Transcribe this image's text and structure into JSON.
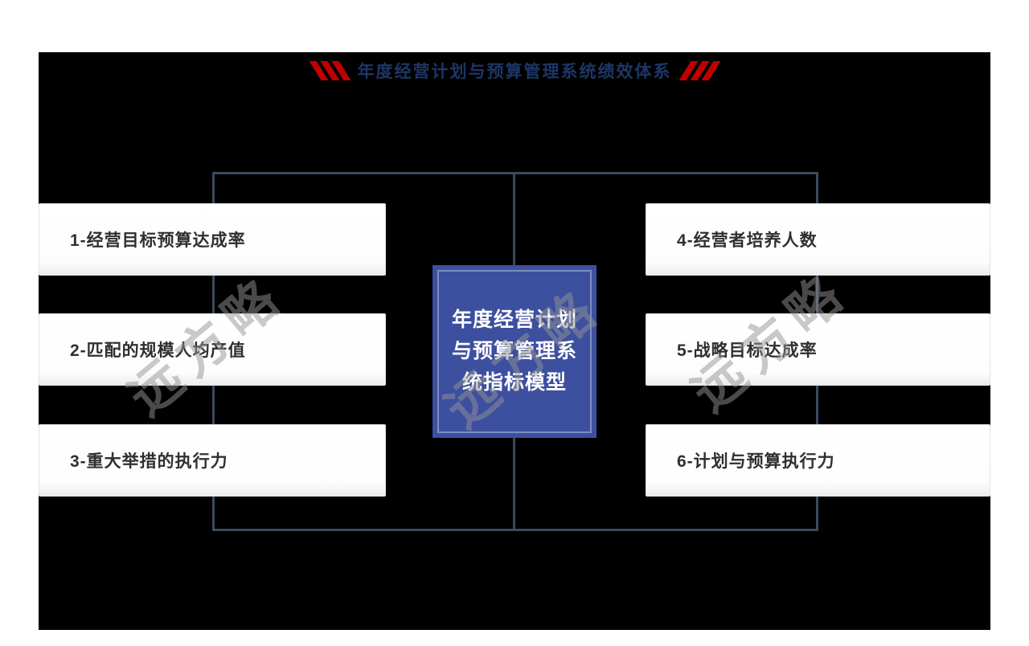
{
  "header": {
    "title": "年度经营计划与预算管理系统绩效体系"
  },
  "center_box": {
    "lines": [
      "年度经营计划",
      "与预算管理系",
      "统指标模型"
    ]
  },
  "left_items": [
    {
      "label": "1-经营目标预算达成率"
    },
    {
      "label": "2-匹配的规模人均产值"
    },
    {
      "label": "3-重大举措的执行力"
    }
  ],
  "right_items": [
    {
      "label": "4-经营者培养人数"
    },
    {
      "label": "5-战略目标达成率"
    },
    {
      "label": "6-计划与预算执行力"
    }
  ],
  "watermark": {
    "text": "远方略"
  },
  "colors": {
    "accent_red": "#c00000",
    "title_blue": "#1e3666",
    "center_blue": "#3d4f9f",
    "connector_slate": "#3b4a5e",
    "panel_black": "#000000"
  }
}
